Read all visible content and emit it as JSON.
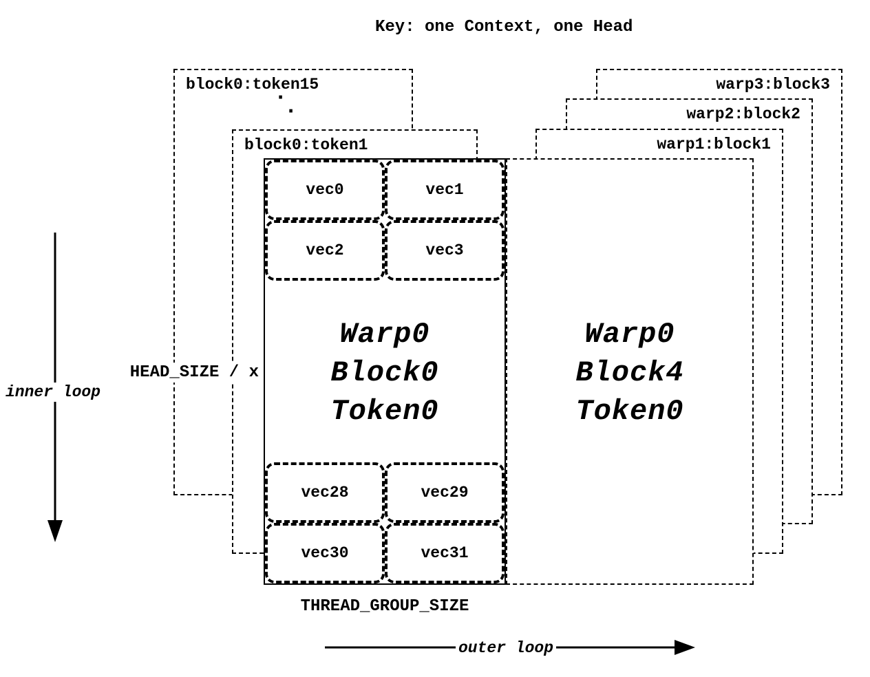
{
  "title": "Key: one Context, one Head",
  "colors": {
    "ink": "#000000",
    "background": "#ffffff"
  },
  "layers": {
    "dot": "·",
    "block0_token15": "block0:token15",
    "block0_token1": "block0:token1",
    "warp3_block3": "warp3:block3",
    "warp2_block2": "warp2:block2",
    "warp1_block1": "warp1:block1"
  },
  "main_box": {
    "line1": "Warp0",
    "line2": "Block0",
    "line3": "Token0",
    "vecs_top": [
      "vec0",
      "vec1",
      "vec2",
      "vec3"
    ],
    "vecs_bottom": [
      "vec28",
      "vec29",
      "vec30",
      "vec31"
    ]
  },
  "right_box": {
    "line1": "Warp0",
    "line2": "Block4",
    "line3": "Token0"
  },
  "labels": {
    "head_size": "HEAD_SIZE / x",
    "inner_loop": "inner loop",
    "thread_group_size": "THREAD_GROUP_SIZE",
    "outer_loop": "outer loop"
  }
}
